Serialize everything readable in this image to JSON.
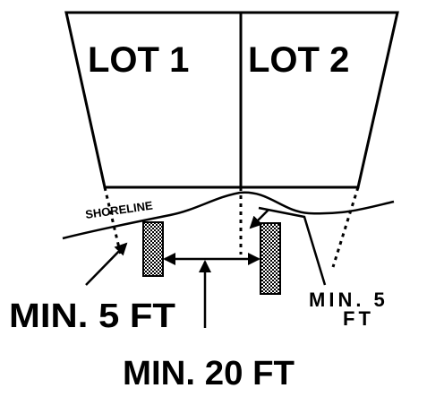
{
  "lots": [
    {
      "label": "LOT 1"
    },
    {
      "label": "LOT 2"
    }
  ],
  "shoreline_label": "SHORELINE",
  "labels": {
    "min_5_left": "MIN. 5 FT",
    "min_5_right_line1": "MIN. 5",
    "min_5_right_line2": "FT",
    "min_20": "MIN. 20 FT"
  },
  "colors": {
    "ink": "#000000",
    "background": "#ffffff"
  }
}
